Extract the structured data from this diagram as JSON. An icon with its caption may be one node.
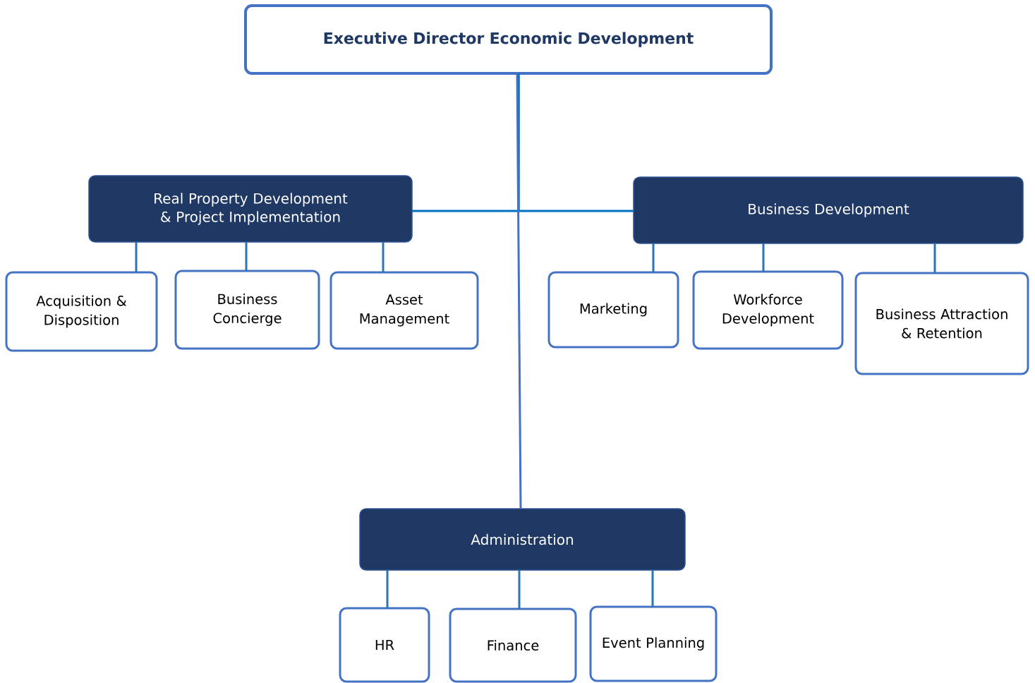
{
  "diagram": {
    "nodes": [
      {
        "text": [
          "Executive Director Economic Development"
        ]
      },
      {
        "text": [
          "Real Property Development & Project Implementation"
        ]
      },
      {
        "text": [
          "Acquisition & Disposition"
        ]
      },
      {
        "text": [
          "Business Concierge"
        ]
      },
      {
        "text": [
          "Asset Management"
        ]
      },
      {
        "text": [
          "Business Development"
        ]
      },
      {
        "text": [
          "Marketing"
        ]
      },
      {
        "text": [
          "Workforce Development"
        ]
      },
      {
        "text": [
          "Business Attraction & Retention"
        ]
      },
      {
        "text": [
          "Administration"
        ]
      },
      {
        "text": [
          "HR"
        ]
      },
      {
        "text": [
          "Finance"
        ]
      },
      {
        "text": [
          "Event Planning"
        ]
      }
    ],
    "edges": [
      {
        "from": 0,
        "to": 1,
        "arrow": "none"
      },
      {
        "from": 0,
        "to": 5,
        "arrow": "none"
      },
      {
        "from": 0,
        "to": 9,
        "arrow": "none"
      },
      {
        "from": 1,
        "to": 2,
        "arrow": "none"
      },
      {
        "from": 1,
        "to": 3,
        "arrow": "none"
      },
      {
        "from": 1,
        "to": 4,
        "arrow": "none"
      },
      {
        "from": 5,
        "to": 6,
        "arrow": "none"
      },
      {
        "from": 5,
        "to": 7,
        "arrow": "none"
      },
      {
        "from": 5,
        "to": 8,
        "arrow": "none"
      },
      {
        "from": 9,
        "to": 10,
        "arrow": "none"
      },
      {
        "from": 9,
        "to": 11,
        "arrow": "none"
      },
      {
        "from": 9,
        "to": 12,
        "arrow": "none"
      }
    ]
  }
}
